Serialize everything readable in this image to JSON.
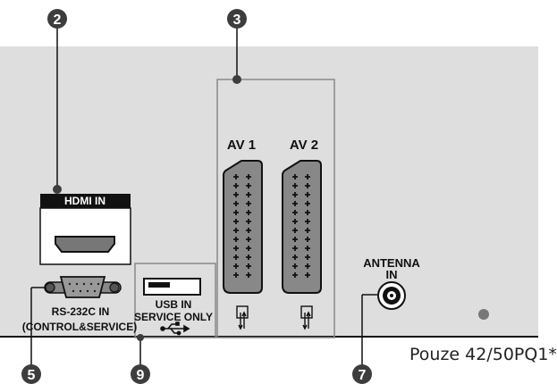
{
  "callouts": [
    "2",
    "3",
    "5",
    "9",
    "7"
  ],
  "ports": {
    "hdmi_label": "HDMI IN",
    "av1_label": "AV 1",
    "av2_label": "AV 2",
    "rs232_line1": "RS-232C IN",
    "rs232_line2": "(CONTROL&SERVICE)",
    "usb_line1": "USB IN",
    "usb_line2": "SERVICE ONLY",
    "antenna_line1": "ANTENNA",
    "antenna_line2": "IN"
  },
  "model_text": "Pouze 42/50PQ1*",
  "colors": {
    "panel": "#dedede",
    "callout": "#3d3d3d",
    "line": "#111111",
    "frame": "#888888"
  }
}
